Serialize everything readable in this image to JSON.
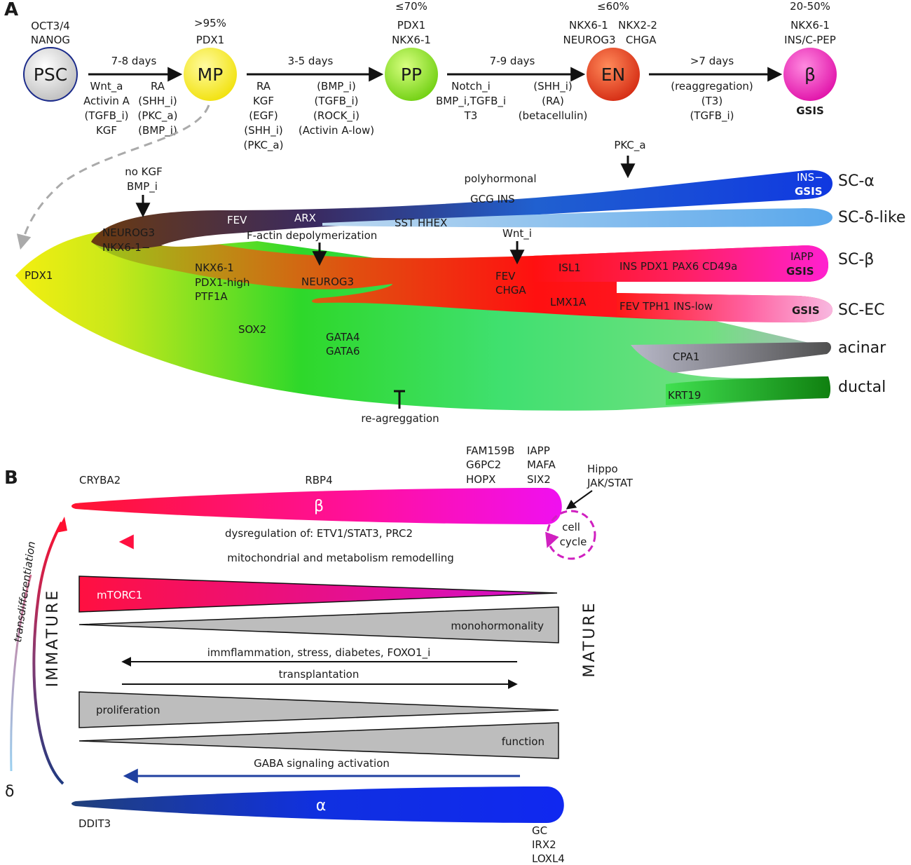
{
  "panel_a": {
    "letter": "A",
    "nodes": [
      {
        "id": "psc",
        "label": "PSC",
        "top": [
          "OCT3/4",
          "NANOG"
        ],
        "color": "#d9d9d9"
      },
      {
        "id": "mp",
        "label": "MP",
        "top": [
          ">95%",
          "PDX1"
        ],
        "color": "#f5ee1e"
      },
      {
        "id": "pp",
        "label": "PP",
        "top": [
          "≤70%",
          "PDX1",
          "NKX6-1"
        ],
        "color": "#8fe01c"
      },
      {
        "id": "en",
        "label": "EN",
        "top": [
          "≤60%",
          "NKX6-1   NKX2-2",
          "NEUROG3   CHGA"
        ],
        "color": "#e0401c"
      },
      {
        "id": "beta",
        "label": "β",
        "top": [
          "20-50%",
          "NKX6-1",
          "INS/C-PEP"
        ],
        "bottom": "GSIS",
        "color": "#f020b8"
      }
    ],
    "steps": [
      {
        "duration": "7-8 days",
        "left": [
          "Wnt_a",
          "Activin A",
          "(TGFB_i)",
          "KGF"
        ],
        "right": [
          "RA",
          "(SHH_i)",
          "(PKC_a)",
          "(BMP_i)"
        ]
      },
      {
        "duration": "3-5 days",
        "left": [
          "RA",
          "KGF",
          "(EGF)",
          "(SHH_i)",
          "(PKC_a)"
        ],
        "right": [
          "(BMP_i)",
          "(TGFB_i)",
          "(ROCK_i)",
          "(Activin A-low)"
        ]
      },
      {
        "duration": "7-9 days",
        "left": [
          "Notch_i",
          "BMP_i,TGFB_i",
          "T3"
        ],
        "right": [
          "(SHH_i)",
          "(RA)",
          "(betacellulin)"
        ]
      },
      {
        "duration": ">7 days",
        "center": [
          "(reaggregation)",
          "(T3)",
          "(TGFB_i)"
        ]
      }
    ],
    "tree": {
      "root": "PDX1",
      "no_kgf": [
        "no KGF",
        "BMP_i"
      ],
      "pkc": "PKC_a",
      "polyhormonal": "polyhormonal",
      "neurog3_nkx": [
        "NEUROG3",
        "NKX6-1−"
      ],
      "fev": "FEV",
      "arx": "ARX",
      "gcg_ins": "GCG INS",
      "ins_minus": "INS−",
      "gsis": "GSIS",
      "sst_hhex": "SST HHEX",
      "factin": "F-actin depolymerization",
      "wnt_i": "Wnt_i",
      "progenitor": [
        "NKX6-1",
        "PDX1-high",
        "PTF1A"
      ],
      "neurog3": "NEUROG3",
      "fev_chga": [
        "FEV",
        "CHGA"
      ],
      "isl1": "ISL1",
      "lmx1a": "LMX1A",
      "beta_markers": "INS PDX1 PAX6 CD49a",
      "iapp": "IAPP",
      "ec_markers": "FEV TPH1 INS-low",
      "sox2": "SOX2",
      "gata": [
        "GATA4",
        "GATA6"
      ],
      "cpa1": "CPA1",
      "krt19": "KRT19",
      "reagg": "re-agreggation"
    },
    "fates": [
      "SC-α",
      "SC-δ-like",
      "SC-β",
      "SC-EC",
      "acinar",
      "ductal"
    ]
  },
  "panel_b": {
    "letter": "B",
    "beta_cell": "β",
    "alpha_cell": "α",
    "delta": "δ",
    "beta_markers_left": "CRYBA2",
    "beta_markers_mid": "RBP4",
    "beta_markers_right1": [
      "FAM159B",
      "G6PC2",
      "HOPX"
    ],
    "beta_markers_right2": [
      "IAPP",
      "MAFA",
      "SIX2"
    ],
    "hippo": [
      "Hippo",
      "JAK/STAT"
    ],
    "cell_cycle": [
      "cell",
      "cycle"
    ],
    "alpha_left": "DDIT3",
    "alpha_right": [
      "GC",
      "IRX2",
      "LOXL4"
    ],
    "dysregulation": "dysregulation of: ETV1/STAT3, PRC2",
    "mito": "mitochondrial and metabolism remodelling",
    "mtorc1": "mTORC1",
    "monohormonality": "monohormonality",
    "inflammation": "immflammation, stress, diabetes, FOXO1_i",
    "transplantation": "transplantation",
    "proliferation": "proliferation",
    "function": "function",
    "gaba": "GABA signaling activation",
    "immature": "IMMATURE",
    "mature": "MATURE",
    "transdiff": "transdifferentiation"
  }
}
